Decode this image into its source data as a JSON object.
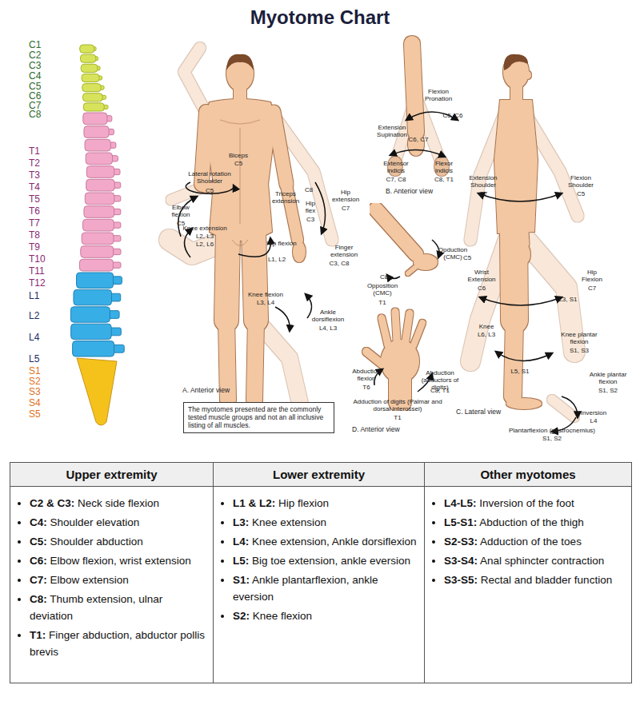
{
  "diagram": {
    "title": "Myotome Chart",
    "nodes": [
      {
        "text": [
          "The myotomes presented are the commonly tested muscle groups and not an all inclusive listing of all muscles."
        ]
      },
      {
        "text": [
          "Upper extremity",
          "C2 & C3: Neck side flexion",
          "C4: Shoulder elevation",
          "C5: Shoulder abduction",
          "C6: Elbow flexion, wrist extension",
          "C7: Elbow extension",
          "C8: Thumb extension, ulnar deviation",
          "T1: Finger abduction, abductor pollis brevis"
        ]
      },
      {
        "text": [
          "Lower extremity",
          "L1 & L2: Hip flexion",
          "L3: Knee extension",
          "L4: Knee extension, Ankle dorsiflexion",
          "L5: Big toe extension, ankle eversion",
          "S1: Ankle plantarflexion, ankle eversion",
          "S2: Knee flexion"
        ]
      },
      {
        "text": [
          "Other myotomes",
          "L4-L5: Inversion of the foot",
          "L5-S1: Abduction of the thigh",
          "S2-S3: Adduction of the toes",
          "S3-S4: Anal sphincter contraction",
          "S3-S5: Rectal and bladder function"
        ]
      }
    ],
    "labels": [
      "C1",
      "C2",
      "C3",
      "C4",
      "C5",
      "C6",
      "C7",
      "C8",
      "T1",
      "T2",
      "T3",
      "T4",
      "T5",
      "T6",
      "T7",
      "T8",
      "T9",
      "T10",
      "T11",
      "T12",
      "L1",
      "L2",
      "L4",
      "L5",
      "S1",
      "S2",
      "S3",
      "S4",
      "S5",
      "Lateral rotation Shoulder",
      "C5",
      "Biceps",
      "C5",
      "Elbow flexion",
      "C5",
      "Hip extension",
      "C7",
      "C8",
      "Triceps extension",
      "Hip flex",
      "C3",
      "Knee extension",
      "L2, L3",
      "L2, L6",
      "Hip flexion",
      "L1, L2",
      "Finger extension",
      "C3, C8",
      "Knee flexion",
      "L3, L4",
      "Ankle dorsiflexion",
      "L4, L3",
      "A. Anterior view",
      "Flexion Pronation",
      "C5, C6",
      "Extension Supination",
      "C6, C7",
      "Extensor indicis",
      "C7, C8",
      "Flexor indicis",
      "C8, T1",
      "B. Anterior view",
      "Opduction (CMC)",
      "C5",
      "C8",
      "Opposition (CMC)",
      "T1",
      "Abduction flexion",
      "T6",
      "Abduction (adductors of digits)",
      "C8, T1",
      "Adduction of digits (Palmar and dorsal interossei)",
      "T1",
      "D. Anterior view",
      "Extension Shoulder",
      "C7",
      "Flexion Shoulder",
      "C5",
      "Wrist Extension",
      "C6",
      "Hip Flexion",
      "C7",
      "L3, S1",
      "Knee",
      "L6, L3",
      "Knee plantar flexion",
      "S1, S3",
      "L5, S1",
      "Ankle plantar flexion",
      "S1, S2",
      "Inversion",
      "L4",
      "Plantarflexion (gastrocnemius)",
      "S1, S2",
      "C. Lateral view"
    ]
  }
}
